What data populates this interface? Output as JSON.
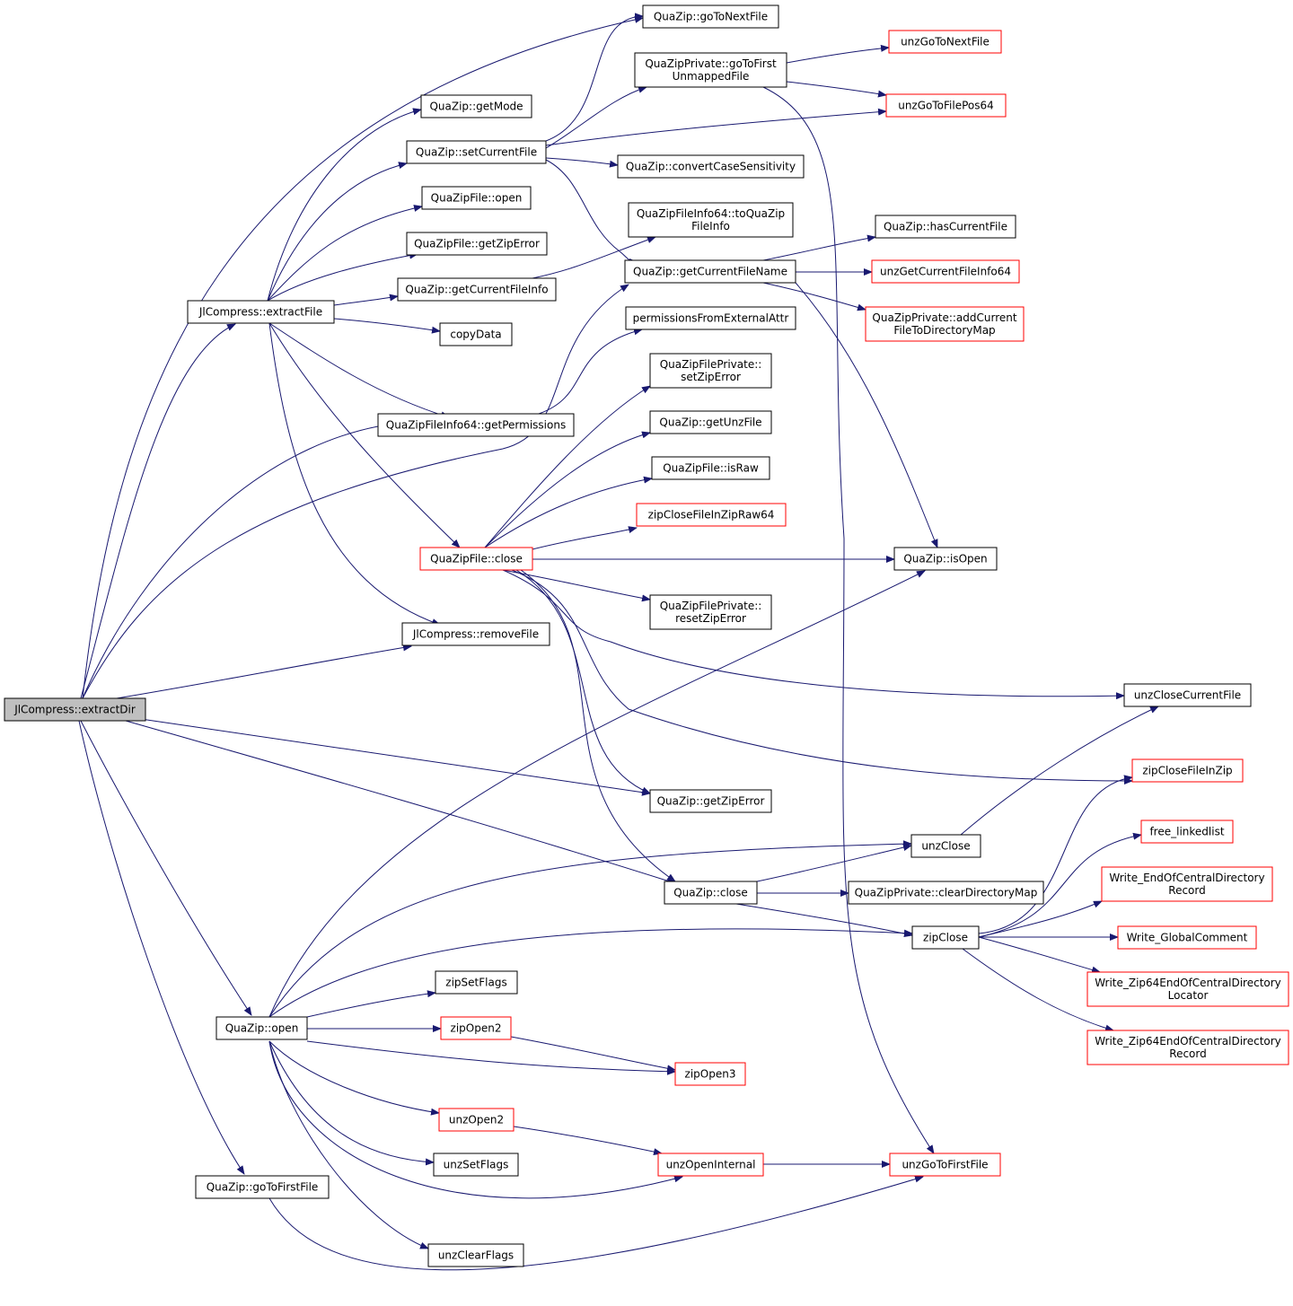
{
  "colors": {
    "edge": "#191970",
    "node_border_default": "#000000",
    "node_border_external": "#ff0000",
    "root_fill": "#bfbfbf",
    "node_fill": "#ffffff"
  },
  "nodes": [
    {
      "id": "extractDir",
      "lines": [
        "JlCompress::extractDir"
      ],
      "style": "root"
    },
    {
      "id": "extractFile",
      "lines": [
        "JlCompress::extractFile"
      ],
      "style": "default"
    },
    {
      "id": "qzOpen",
      "lines": [
        "QuaZip::open"
      ],
      "style": "default"
    },
    {
      "id": "qzGoToFirstFile",
      "lines": [
        "QuaZip::goToFirstFile"
      ],
      "style": "default"
    },
    {
      "id": "qzGoToNextFile",
      "lines": [
        "QuaZip::goToNextFile"
      ],
      "style": "default"
    },
    {
      "id": "qzGetMode",
      "lines": [
        "QuaZip::getMode"
      ],
      "style": "default"
    },
    {
      "id": "qzSetCurrentFile",
      "lines": [
        "QuaZip::setCurrentFile"
      ],
      "style": "default"
    },
    {
      "id": "qzfOpen",
      "lines": [
        "QuaZipFile::open"
      ],
      "style": "default"
    },
    {
      "id": "qzfGetZipError",
      "lines": [
        "QuaZipFile::getZipError"
      ],
      "style": "default"
    },
    {
      "id": "qzGetCurrentFileInfo",
      "lines": [
        "QuaZip::getCurrentFileInfo"
      ],
      "style": "default"
    },
    {
      "id": "copyData",
      "lines": [
        "copyData"
      ],
      "style": "default"
    },
    {
      "id": "getPermissions",
      "lines": [
        "QuaZipFileInfo64::getPermissions"
      ],
      "style": "default"
    },
    {
      "id": "qzfClose",
      "lines": [
        "QuaZipFile::close"
      ],
      "style": "external"
    },
    {
      "id": "removeFile",
      "lines": [
        "JlCompress::removeFile"
      ],
      "style": "default"
    },
    {
      "id": "qzpGoToFirstUnmapped",
      "lines": [
        "QuaZipPrivate::goToFirst",
        "UnmappedFile"
      ],
      "style": "default"
    },
    {
      "id": "qzConvertCase",
      "lines": [
        "QuaZip::convertCaseSensitivity"
      ],
      "style": "default"
    },
    {
      "id": "toQuaZipFileInfo",
      "lines": [
        "QuaZipFileInfo64::toQuaZip",
        "FileInfo"
      ],
      "style": "default"
    },
    {
      "id": "qzGetCurrentFileName",
      "lines": [
        "QuaZip::getCurrentFileName"
      ],
      "style": "default"
    },
    {
      "id": "permsFromExt",
      "lines": [
        "permissionsFromExternalAttr"
      ],
      "style": "default"
    },
    {
      "id": "qzfpSetZipError",
      "lines": [
        "QuaZipFilePrivate::",
        "setZipError"
      ],
      "style": "default"
    },
    {
      "id": "qzGetUnzFile",
      "lines": [
        "QuaZip::getUnzFile"
      ],
      "style": "default"
    },
    {
      "id": "qzfIsRaw",
      "lines": [
        "QuaZipFile::isRaw"
      ],
      "style": "default"
    },
    {
      "id": "zipCloseFileInZipRaw64",
      "lines": [
        "zipCloseFileInZipRaw64"
      ],
      "style": "external"
    },
    {
      "id": "qzfpResetZipError",
      "lines": [
        "QuaZipFilePrivate::",
        "resetZipError"
      ],
      "style": "default"
    },
    {
      "id": "qzGetZipError",
      "lines": [
        "QuaZip::getZipError"
      ],
      "style": "default"
    },
    {
      "id": "qzClose",
      "lines": [
        "QuaZip::close"
      ],
      "style": "default"
    },
    {
      "id": "zipSetFlags",
      "lines": [
        "zipSetFlags"
      ],
      "style": "default"
    },
    {
      "id": "zipOpen2",
      "lines": [
        "zipOpen2"
      ],
      "style": "external"
    },
    {
      "id": "zipOpen3",
      "lines": [
        "zipOpen3"
      ],
      "style": "external"
    },
    {
      "id": "unzOpen2",
      "lines": [
        "unzOpen2"
      ],
      "style": "external"
    },
    {
      "id": "unzSetFlags",
      "lines": [
        "unzSetFlags"
      ],
      "style": "default"
    },
    {
      "id": "unzOpenInternal",
      "lines": [
        "unzOpenInternal"
      ],
      "style": "external"
    },
    {
      "id": "unzClearFlags",
      "lines": [
        "unzClearFlags"
      ],
      "style": "default"
    },
    {
      "id": "unzGoToNextFile",
      "lines": [
        "unzGoToNextFile"
      ],
      "style": "external"
    },
    {
      "id": "unzGoToFilePos64",
      "lines": [
        "unzGoToFilePos64"
      ],
      "style": "external"
    },
    {
      "id": "qzHasCurrentFile",
      "lines": [
        "QuaZip::hasCurrentFile"
      ],
      "style": "default"
    },
    {
      "id": "unzGetCurrentFileInfo64",
      "lines": [
        "unzGetCurrentFileInfo64"
      ],
      "style": "external"
    },
    {
      "id": "qzpAddCurrentFile",
      "lines": [
        "QuaZipPrivate::addCurrent",
        "FileToDirectoryMap"
      ],
      "style": "external"
    },
    {
      "id": "qzIsOpen",
      "lines": [
        "QuaZip::isOpen"
      ],
      "style": "default"
    },
    {
      "id": "unzCloseCurrentFile",
      "lines": [
        "unzCloseCurrentFile"
      ],
      "style": "default"
    },
    {
      "id": "zipCloseFileInZip",
      "lines": [
        "zipCloseFileInZip"
      ],
      "style": "external"
    },
    {
      "id": "unzClose",
      "lines": [
        "unzClose"
      ],
      "style": "default"
    },
    {
      "id": "qzpClearDirMap",
      "lines": [
        "QuaZipPrivate::clearDirectoryMap"
      ],
      "style": "default"
    },
    {
      "id": "zipClose",
      "lines": [
        "zipClose"
      ],
      "style": "default"
    },
    {
      "id": "unzGoToFirstFile",
      "lines": [
        "unzGoToFirstFile"
      ],
      "style": "external"
    },
    {
      "id": "freeLinkedlist",
      "lines": [
        "free_linkedlist"
      ],
      "style": "external"
    },
    {
      "id": "writeEOCD",
      "lines": [
        "Write_EndOfCentralDirectory",
        "Record"
      ],
      "style": "external"
    },
    {
      "id": "writeGlobalComment",
      "lines": [
        "Write_GlobalComment"
      ],
      "style": "external"
    },
    {
      "id": "writeZip64Locator",
      "lines": [
        "Write_Zip64EndOfCentralDirectory",
        "Locator"
      ],
      "style": "external"
    },
    {
      "id": "writeZip64Record",
      "lines": [
        "Write_Zip64EndOfCentralDirectory",
        "Record"
      ],
      "style": "external"
    }
  ]
}
